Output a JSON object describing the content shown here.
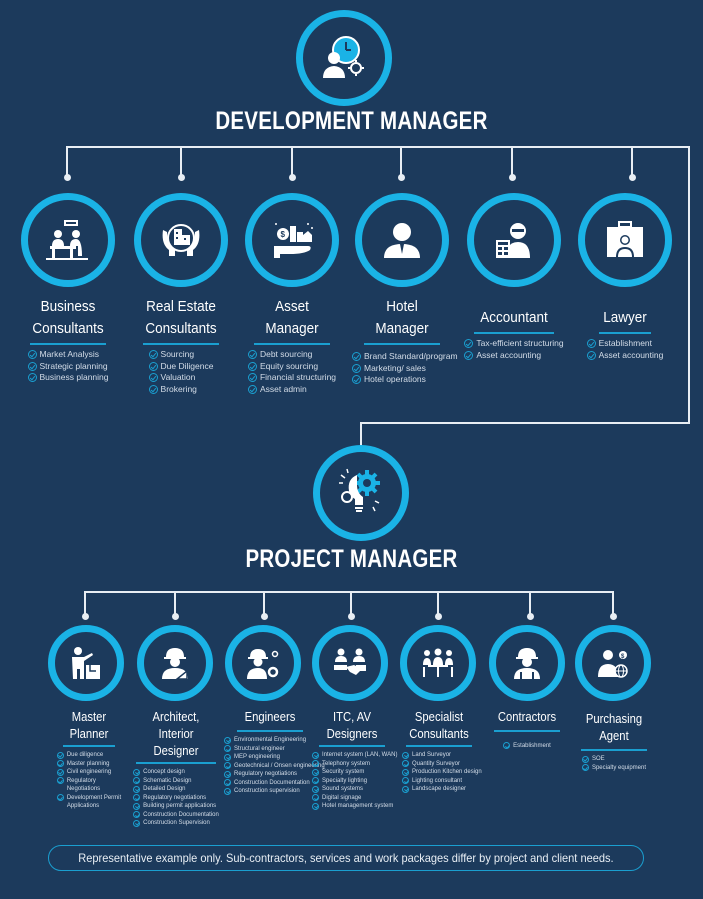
{
  "colors": {
    "background": "#1c3a5c",
    "ring": "#1ab3e6",
    "accent_rule": "#1a9fd0",
    "connector": "#e8eef4",
    "text": "#ffffff"
  },
  "development_manager": {
    "title": "DEVELOPMENT MANAGER",
    "icon": "manager-clock-gear-icon"
  },
  "dm_roles": [
    {
      "title_lines": [
        "Business",
        "Consultants"
      ],
      "icon": "meeting-table-icon",
      "items": [
        "Market Analysis",
        "Strategic planning",
        "Business planning"
      ]
    },
    {
      "title_lines": [
        "Real Estate",
        "Consultants"
      ],
      "icon": "hands-building-icon",
      "items": [
        "Sourcing",
        "Due Diligence",
        "Valuation",
        "Brokering"
      ]
    },
    {
      "title_lines": [
        "Asset",
        "Manager"
      ],
      "icon": "hand-money-buildings-icon",
      "items": [
        "Debt sourcing",
        "Equity sourcing",
        "Financial structuring",
        "Asset admin"
      ]
    },
    {
      "title_lines": [
        "Hotel",
        "Manager"
      ],
      "icon": "person-icon",
      "items": [
        "Brand Standard/program",
        "Marketing/ sales",
        "Hotel operations"
      ]
    },
    {
      "title_lines": [
        "Accountant"
      ],
      "icon": "accountant-calculator-icon",
      "items": [
        "Tax-efficient structuring",
        "Asset accounting"
      ]
    },
    {
      "title_lines": [
        "Lawyer"
      ],
      "icon": "briefcase-person-icon",
      "items": [
        "Establishment",
        "Asset accounting"
      ]
    }
  ],
  "project_manager": {
    "title": "PROJECT MANAGER",
    "icon": "lightbulb-gears-icon"
  },
  "pm_roles": [
    {
      "title_lines": [
        "Master",
        "Planner"
      ],
      "icon": "puzzle-worker-icon",
      "items": [
        "Due diligence",
        "Master planning",
        "Civil engineering",
        "Regulatory\nNegotiations",
        "Development Permit\nApplications"
      ]
    },
    {
      "title_lines": [
        "Architect,",
        "Interior Designer"
      ],
      "icon": "architect-hardhat-icon",
      "items": [
        "Concept design",
        "Schematic Design",
        "Detailed Design",
        "Regulatory negotiations",
        "Building permit applications",
        "Construction Documentation",
        "Construction Supervision"
      ]
    },
    {
      "title_lines": [
        "Engineers"
      ],
      "icon": "engineer-gears-icon",
      "items": [
        "Environmental Engineering",
        "Structural engineer",
        "MEP engineering",
        "Geotechnical / Onsen engineering",
        "Regulatory negotiations",
        "Construction Documentation",
        "Construction supervision"
      ]
    },
    {
      "title_lines": [
        "ITC, AV",
        "Designers"
      ],
      "icon": "handshake-people-icon",
      "items": [
        "Internet system (LAN, WAN)",
        "Telephony system",
        "Security system",
        "Specialty lighting",
        "Sound systems",
        "Digital signage",
        "Hotel management system"
      ]
    },
    {
      "title_lines": [
        "Specialist",
        "Consultants"
      ],
      "icon": "team-meeting-icon",
      "items": [
        "Land Surveyor",
        "Quantity Surveyor",
        "Production Kitchen design",
        "Lighting consultant",
        "Landscape designer"
      ]
    },
    {
      "title_lines": [
        "Contractors"
      ],
      "icon": "worker-hardhat-icon",
      "items": [
        "Establishment"
      ]
    },
    {
      "title_lines": [
        "Purchasing",
        "Agent"
      ],
      "icon": "agent-globe-dollar-icon",
      "items": [
        "SOE",
        "Specialty equipment"
      ]
    }
  ],
  "footer": {
    "note": "Representative example only.  Sub-contractors, services and work packages differ by project and client needs."
  }
}
